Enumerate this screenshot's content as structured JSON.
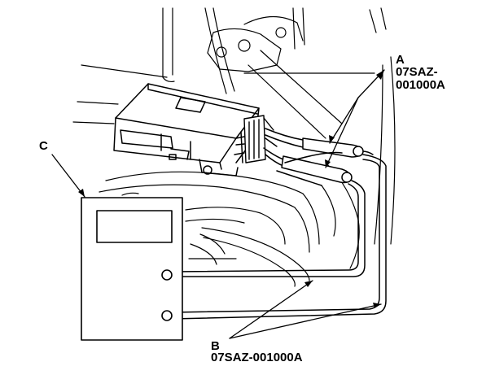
{
  "callouts": {
    "a": {
      "letter": "A",
      "part_line1": "07SAZ-",
      "part_line2": "001000A"
    },
    "b": {
      "letter": "B",
      "part": "07SAZ-001000A"
    },
    "c": {
      "letter": "C"
    }
  },
  "colors": {
    "line": "#000000",
    "background": "#ffffff"
  }
}
